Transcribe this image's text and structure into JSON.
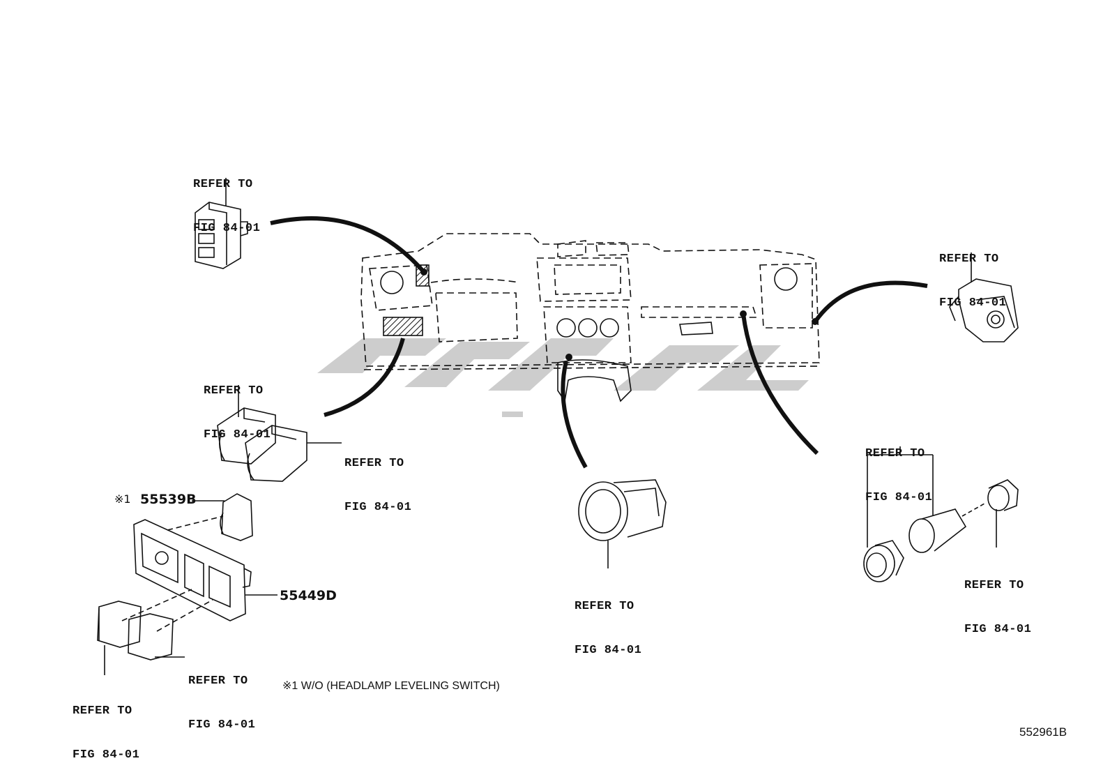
{
  "refer": {
    "top_left": [
      "REFER TO",
      "FIG 84-01"
    ],
    "right_top": [
      "REFER TO",
      "FIG 84-01"
    ],
    "mid_left": [
      "REFER TO",
      "FIG 84-01"
    ],
    "mid_left2": [
      "REFER TO",
      "FIG 84-01"
    ],
    "center_bottom": [
      "REFER TO",
      "FIG 84-01"
    ],
    "right_mid": [
      "REFER TO",
      "FIG 84-01"
    ],
    "right_low": [
      "REFER TO",
      "FIG 84-01"
    ],
    "bottom_left": [
      "REFER TO",
      "FIG 84-01"
    ],
    "bottom_left2": [
      "REFER TO",
      "FIG 84-01"
    ]
  },
  "parts": {
    "p1": "55539B",
    "p2": "55449D",
    "p1_mark": "※1"
  },
  "note": "※1  W/O (HEADLAMP LEVELING SWITCH)",
  "diagram_code": "552961B"
}
